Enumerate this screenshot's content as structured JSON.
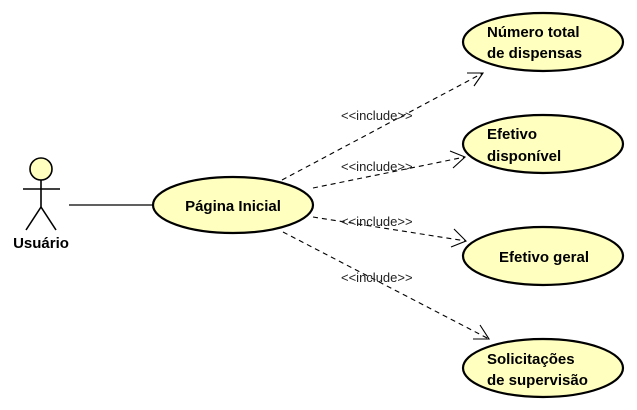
{
  "actor": {
    "name": "Usuário"
  },
  "use_cases": {
    "home": [
      "Página Inicial"
    ],
    "total_leaves": [
      "Número total",
      "de dispensas"
    ],
    "available_staff": [
      "Efetivo",
      "disponível"
    ],
    "general_staff": [
      "Efetivo geral"
    ],
    "supervision_requests": [
      "Solicitações",
      "de supervisão"
    ]
  },
  "relations": {
    "total_leaves": "<<include>>",
    "available_staff": "<<include>>",
    "general_staff": "<<include>>",
    "supervision_requests": "<<include>>"
  },
  "colors": {
    "use_case_fill": "#ffffc0",
    "stroke": "#000000"
  }
}
